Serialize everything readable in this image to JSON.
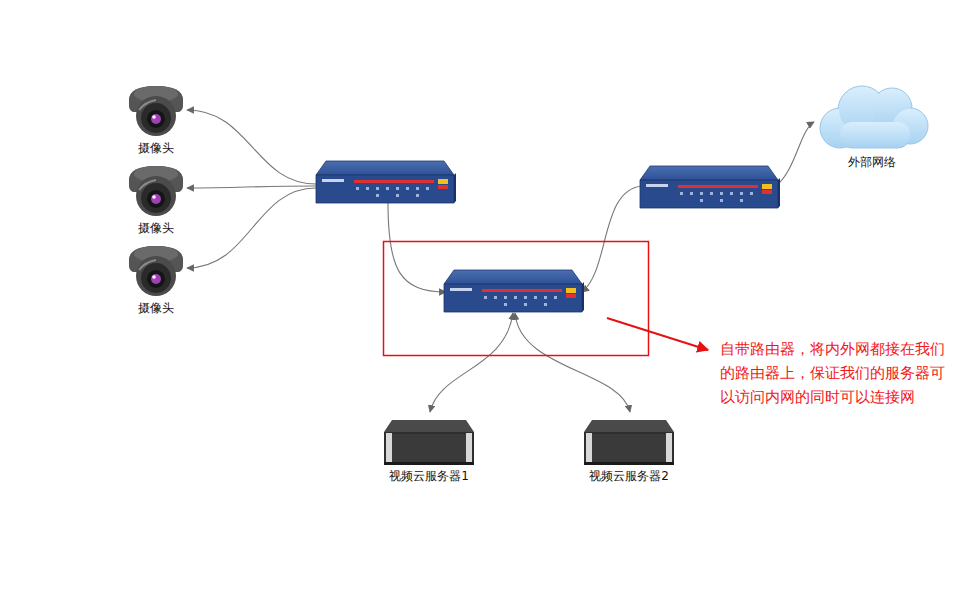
{
  "diagram": {
    "nodes": [
      {
        "text": [
          "摄像头"
        ]
      },
      {
        "text": [
          "摄像头"
        ]
      },
      {
        "text": [
          "摄像头"
        ]
      },
      {
        "text": [
          "外部网络"
        ]
      },
      {
        "text": [
          "视频云服务器1"
        ]
      },
      {
        "text": [
          "视频云服务器2"
        ]
      }
    ],
    "labels": [
      "自带路由器，将内外网都接在我们的路由器上，保证我们的服务器可以访问内网的同时可以连接网"
    ]
  }
}
